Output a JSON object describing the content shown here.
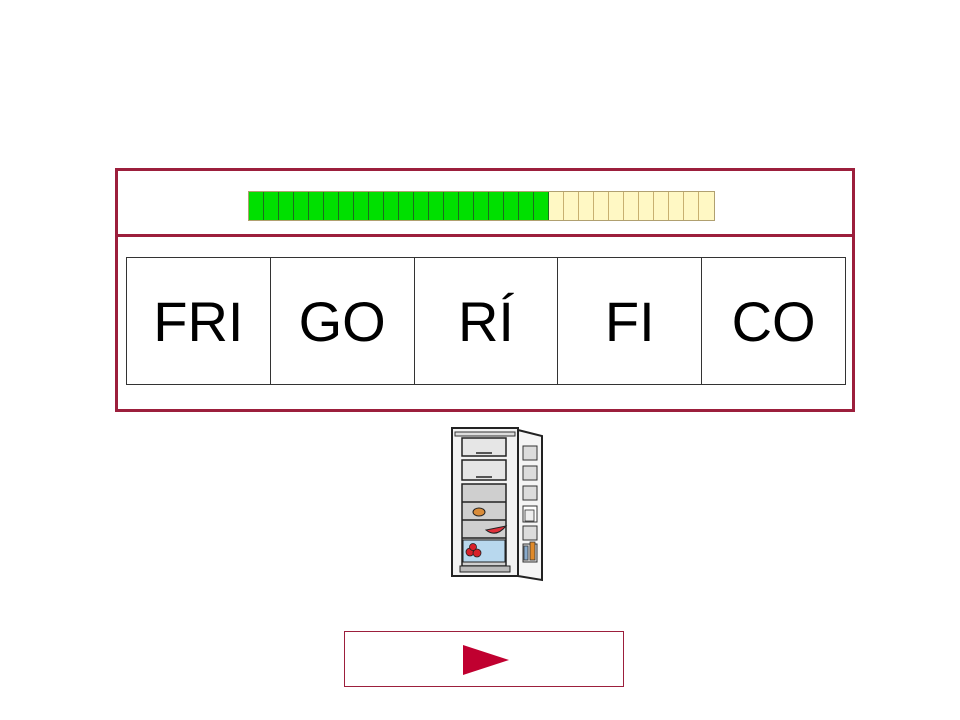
{
  "syllables": [
    {
      "text": "FRI"
    },
    {
      "text": "GO"
    },
    {
      "text": "RÍ"
    },
    {
      "text": "FI"
    },
    {
      "text": "CO"
    }
  ],
  "progress": {
    "total_segments": 31,
    "filled_segments": 20,
    "fraction": 0.645
  },
  "picture": {
    "icon": "refrigerator-icon"
  },
  "next_button": {
    "icon": "play-triangle-icon"
  },
  "colors": {
    "frame": "#9c1f3c",
    "progress_filled": "#00e000",
    "progress_empty": "#fff8c4",
    "play_icon": "#c00030"
  }
}
